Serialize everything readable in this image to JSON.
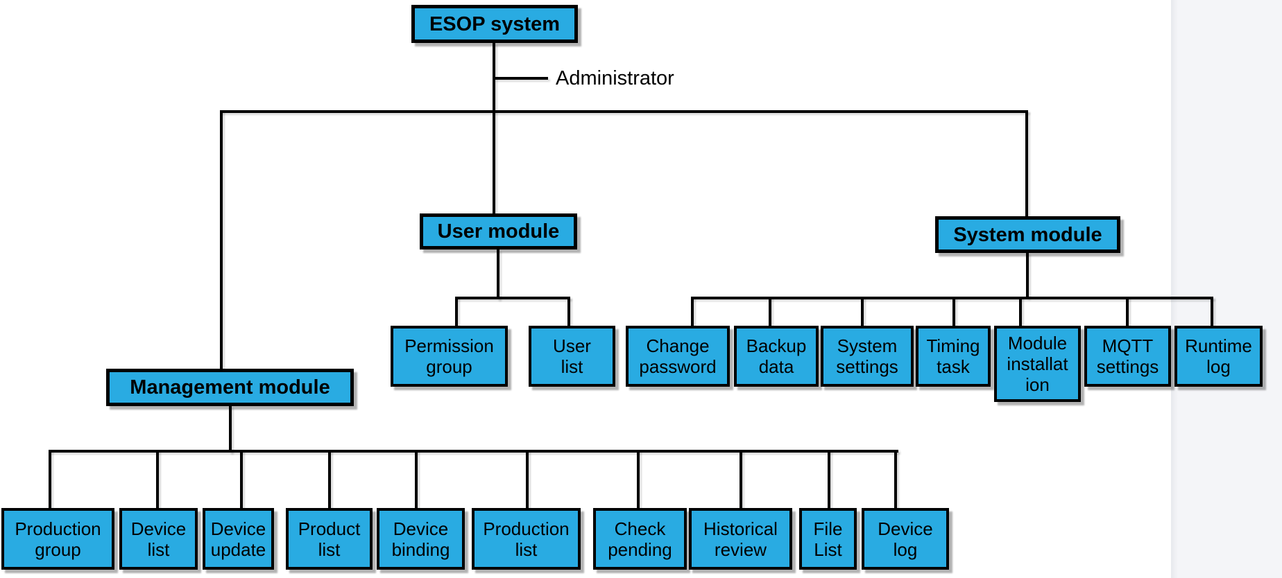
{
  "colors": {
    "node_fill": "#29abe2",
    "node_border": "#000000",
    "connector": "#000000",
    "canvas_background": "#ffffff",
    "offcanvas_background": "#f4f5f8",
    "text": "#000000"
  },
  "root": {
    "label": "ESOP system"
  },
  "edge_label": {
    "label": "Administrator"
  },
  "modules": [
    {
      "label": "Management module",
      "children": [
        {
          "label": "Production\ngroup"
        },
        {
          "label": "Device\nlist"
        },
        {
          "label": "Device\nupdate"
        },
        {
          "label": "Product\nlist"
        },
        {
          "label": "Device\nbinding"
        },
        {
          "label": "Production\nlist"
        },
        {
          "label": "Check\npending"
        },
        {
          "label": "Historical\nreview"
        },
        {
          "label": "File\nList"
        },
        {
          "label": "Device\nlog"
        }
      ]
    },
    {
      "label": "User module",
      "children": [
        {
          "label": "Permission\ngroup"
        },
        {
          "label": "User\nlist"
        }
      ]
    },
    {
      "label": "System module",
      "children": [
        {
          "label": "Change\npassword"
        },
        {
          "label": "Backup\ndata"
        },
        {
          "label": "System\nsettings"
        },
        {
          "label": "Timing\ntask"
        },
        {
          "label": "Module\ninstallat\nion"
        },
        {
          "label": "MQTT\nsettings"
        },
        {
          "label": "Runtime\nlog"
        }
      ]
    }
  ]
}
